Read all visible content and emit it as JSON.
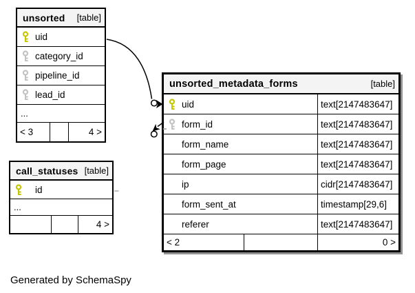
{
  "note": "Generated by SchemaSpy",
  "colors": {
    "primary_key": "#c6c600",
    "foreign_key": "#c2c2c2",
    "header_bg": "#f4f4f4",
    "border": "#000000",
    "shadow": "#929292"
  },
  "tables": {
    "unsorted": {
      "name": "unsorted",
      "tag": "[table]",
      "columns": [
        {
          "name": "uid",
          "key": "primary"
        },
        {
          "name": "category_id",
          "key": "foreign"
        },
        {
          "name": "pipeline_id",
          "key": "foreign"
        },
        {
          "name": "lead_id",
          "key": "foreign"
        }
      ],
      "ellipsis": "...",
      "footer": {
        "left": "< 3",
        "middle": "",
        "right": "4 >"
      }
    },
    "call_statuses": {
      "name": "call_statuses",
      "tag": "[table]",
      "columns": [
        {
          "name": "id",
          "key": "primary"
        }
      ],
      "ellipsis": "...",
      "footer": {
        "left": "",
        "middle": "",
        "right": "4 >"
      }
    },
    "unsorted_metadata_forms": {
      "name": "unsorted_metadata_forms",
      "tag": "[table]",
      "columns": [
        {
          "name": "uid",
          "key": "primary",
          "type": "text[2147483647]"
        },
        {
          "name": "form_id",
          "key": "foreign",
          "type": "text[2147483647]"
        },
        {
          "name": "form_name",
          "key": "none",
          "type": "text[2147483647]"
        },
        {
          "name": "form_page",
          "key": "none",
          "type": "text[2147483647]"
        },
        {
          "name": "ip",
          "key": "none",
          "type": "cidr[2147483647]"
        },
        {
          "name": "form_sent_at",
          "key": "none",
          "type": "timestamp[29,6]"
        },
        {
          "name": "referer",
          "key": "none",
          "type": "text[2147483647]"
        }
      ],
      "footer": {
        "left": "< 2",
        "middle": "",
        "right": "0 >"
      }
    }
  },
  "relationships": [
    {
      "from": "unsorted.uid",
      "to": "unsorted_metadata_forms.uid"
    },
    {
      "from": "unsorted.uid",
      "to": "unsorted_metadata_forms.form_id"
    }
  ]
}
